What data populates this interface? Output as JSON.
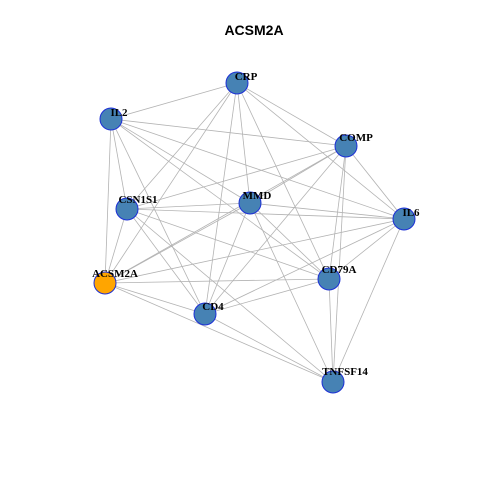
{
  "graph": {
    "title": "ACSM2A",
    "colors": {
      "node_default": "#4682b4",
      "node_highlight": "#ffa500",
      "node_border": "#1c2fd6",
      "edge": "#b3b3b3"
    },
    "nodes": [
      {
        "id": "CRP",
        "label": "CRP",
        "highlight": false
      },
      {
        "id": "IL2",
        "label": "IL2",
        "highlight": false
      },
      {
        "id": "COMP",
        "label": "COMP",
        "highlight": false
      },
      {
        "id": "CSN1S1",
        "label": "CSN1S1",
        "highlight": false
      },
      {
        "id": "MMD",
        "label": "MMD",
        "highlight": false
      },
      {
        "id": "IL6",
        "label": "IL6",
        "highlight": false
      },
      {
        "id": "ACSM2A",
        "label": "ACSM2A",
        "highlight": true
      },
      {
        "id": "CD79A",
        "label": "CD79A",
        "highlight": false
      },
      {
        "id": "CD4",
        "label": "CD4",
        "highlight": false
      },
      {
        "id": "TNFSF14",
        "label": "TNFSF14",
        "highlight": false
      }
    ],
    "edges": [
      [
        "CRP",
        "IL2"
      ],
      [
        "CRP",
        "COMP"
      ],
      [
        "CRP",
        "IL6"
      ],
      [
        "CRP",
        "CSN1S1"
      ],
      [
        "CRP",
        "MMD"
      ],
      [
        "CRP",
        "CD79A"
      ],
      [
        "CRP",
        "CD4"
      ],
      [
        "CRP",
        "ACSM2A"
      ],
      [
        "IL2",
        "COMP"
      ],
      [
        "IL2",
        "IL6"
      ],
      [
        "IL2",
        "CSN1S1"
      ],
      [
        "IL2",
        "MMD"
      ],
      [
        "IL2",
        "ACSM2A"
      ],
      [
        "IL2",
        "CD4"
      ],
      [
        "IL2",
        "CD79A"
      ],
      [
        "COMP",
        "CSN1S1"
      ],
      [
        "COMP",
        "IL6"
      ],
      [
        "COMP",
        "MMD"
      ],
      [
        "COMP",
        "CD79A"
      ],
      [
        "COMP",
        "CD4"
      ],
      [
        "COMP",
        "TNFSF14"
      ],
      [
        "COMP",
        "ACSM2A"
      ],
      [
        "CSN1S1",
        "MMD"
      ],
      [
        "CSN1S1",
        "IL6"
      ],
      [
        "CSN1S1",
        "ACSM2A"
      ],
      [
        "CSN1S1",
        "CD4"
      ],
      [
        "CSN1S1",
        "CD79A"
      ],
      [
        "CSN1S1",
        "TNFSF14"
      ],
      [
        "MMD",
        "IL6"
      ],
      [
        "MMD",
        "CD79A"
      ],
      [
        "MMD",
        "CD4"
      ],
      [
        "MMD",
        "TNFSF14"
      ],
      [
        "MMD",
        "ACSM2A"
      ],
      [
        "IL6",
        "ACSM2A"
      ],
      [
        "IL6",
        "CD79A"
      ],
      [
        "IL6",
        "CD4"
      ],
      [
        "IL6",
        "TNFSF14"
      ],
      [
        "ACSM2A",
        "CD79A"
      ],
      [
        "ACSM2A",
        "CD4"
      ],
      [
        "ACSM2A",
        "TNFSF14"
      ],
      [
        "CD79A",
        "CD4"
      ],
      [
        "CD79A",
        "TNFSF14"
      ],
      [
        "CD4",
        "TNFSF14"
      ]
    ]
  }
}
